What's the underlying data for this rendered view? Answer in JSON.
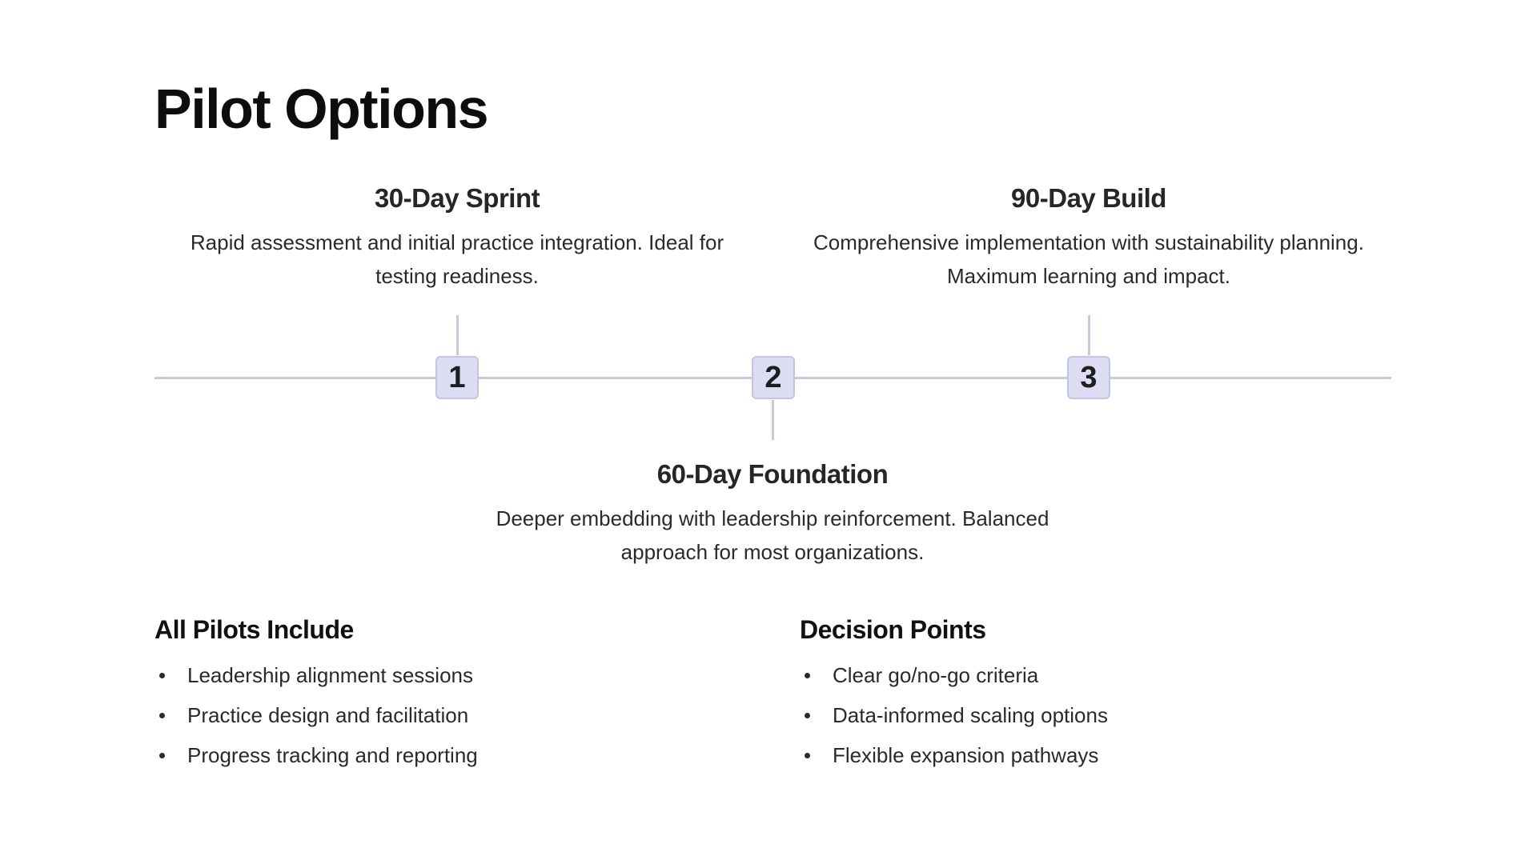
{
  "title": "Pilot Options",
  "timeline": {
    "milestones": [
      {
        "number": "1",
        "heading": "30-Day Sprint",
        "description": "Rapid assessment and initial practice integration. Ideal for testing readiness."
      },
      {
        "number": "2",
        "heading": "60-Day Foundation",
        "description": "Deeper embedding with leadership reinforcement. Balanced approach for most organizations."
      },
      {
        "number": "3",
        "heading": "90-Day Build",
        "description": "Comprehensive implementation with sustainability planning. Maximum learning and impact."
      }
    ],
    "colors": {
      "line": "#c9c9de",
      "node_fill": "#dcdcf3",
      "node_border": "#c4c4e0"
    }
  },
  "includes": {
    "heading": "All Pilots Include",
    "items": [
      "Leadership alignment sessions",
      "Practice design and facilitation",
      "Progress tracking and reporting"
    ]
  },
  "decisions": {
    "heading": "Decision Points",
    "items": [
      "Clear go/no-go criteria",
      "Data-informed scaling options",
      "Flexible expansion pathways"
    ]
  }
}
